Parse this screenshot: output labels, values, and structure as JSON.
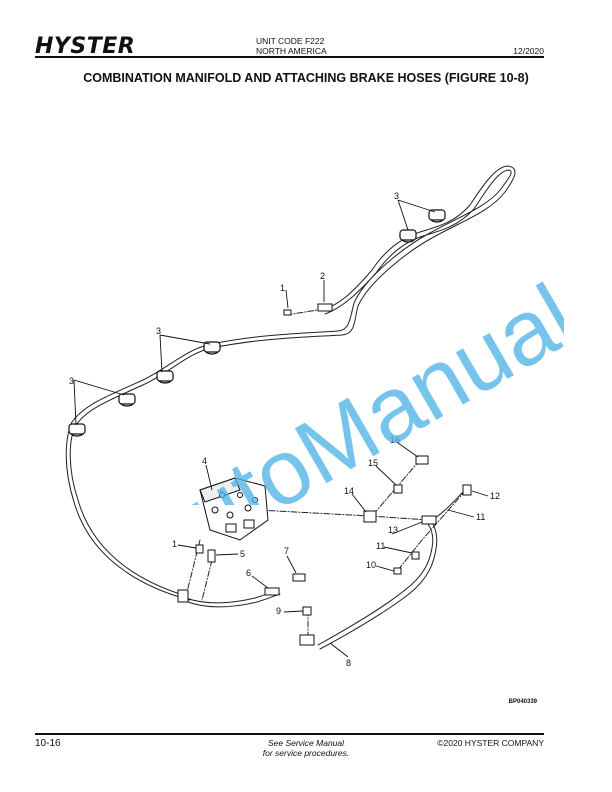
{
  "header": {
    "logo": "HYSTER",
    "unit_code": "UNIT CODE F222",
    "region": "NORTH AMERICA",
    "date": "12/2020"
  },
  "title": "COMBINATION MANIFOLD AND ATTACHING BRAKE HOSES (FIGURE 10-8)",
  "figure": {
    "part_number": "BP040339",
    "callouts": [
      "1",
      "2",
      "3",
      "3",
      "3",
      "4",
      "1",
      "5",
      "6",
      "7",
      "9",
      "8",
      "16",
      "15",
      "14",
      "12",
      "11",
      "13",
      "11",
      "10"
    ]
  },
  "watermark": "AutoManual",
  "footer": {
    "page_number": "10-16",
    "note_line1": "See Service Manual",
    "note_line2": "for service procedures.",
    "copyright": "©2020 HYSTER COMPANY"
  }
}
